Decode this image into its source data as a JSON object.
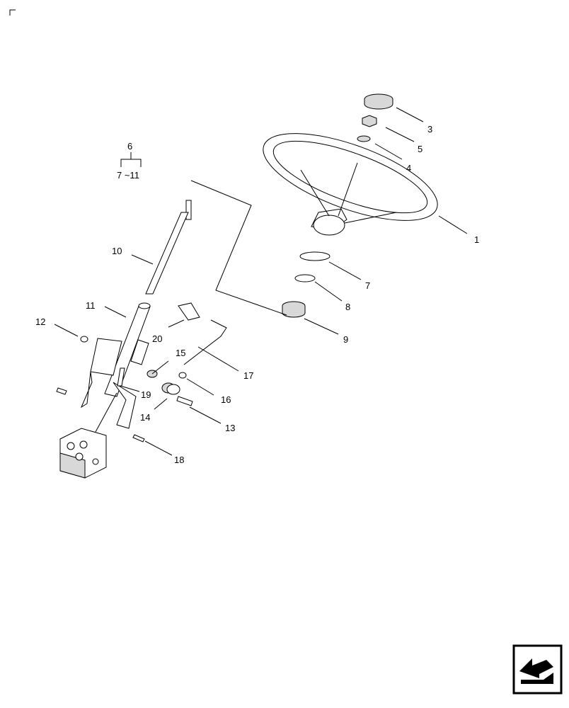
{
  "diagram": {
    "group": {
      "parent": "6",
      "range": "7 ~11"
    },
    "callouts": [
      "1",
      "3",
      "4",
      "5",
      "7",
      "8",
      "9",
      "10",
      "11",
      "12",
      "13",
      "14",
      "15",
      "16",
      "17",
      "18",
      "19",
      "20"
    ],
    "icons": {
      "corner": "corner-mark-icon",
      "nav": "page-back-arrow-icon"
    },
    "colors": {
      "line": "#000000",
      "nav_box": "#000000"
    }
  }
}
